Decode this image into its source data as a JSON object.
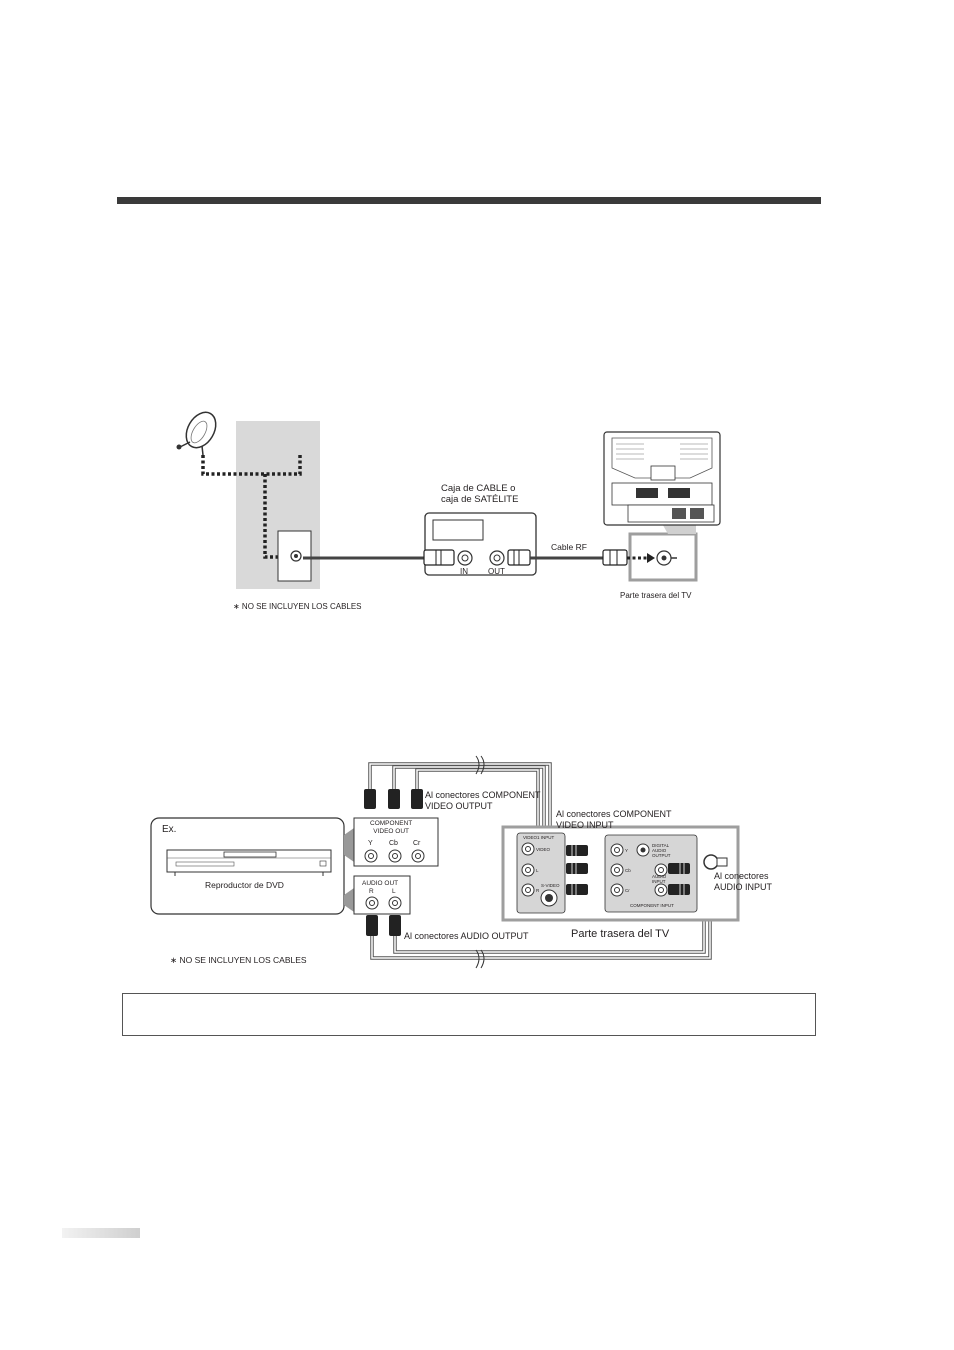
{
  "diagram1": {
    "box_title": "Caja de CABLE o\ncaja de SATÉLITE",
    "in_label": "IN",
    "out_label": "OUT",
    "cable_label": "Cable RF",
    "tv_back": "Parte trasera del TV",
    "note": "∗ NO SE INCLUYEN LOS CABLES"
  },
  "diagram2": {
    "ex_label": "Ex.",
    "dvd_label": "Reproductor de DVD",
    "component_out": "COMPONENT\nVIDEO OUT",
    "y": "Y",
    "cb": "Cb",
    "cr": "Cr",
    "audio_out": "AUDIO OUT",
    "r": "R",
    "l": "L",
    "to_component_output": "Al conectores COMPONENT\nVIDEO OUTPUT",
    "to_component_input": "Al conectores COMPONENT\nVIDEO INPUT",
    "to_audio_input": "Al conectores\nAUDIO INPUT",
    "to_audio_output": "Al conectores AUDIO OUTPUT",
    "tv_back": "Parte trasera del TV",
    "note": "∗ NO SE INCLUYEN LOS CABLES",
    "panel": {
      "video1_input": "VIDEO1 INPUT",
      "video": "VIDEO",
      "l": "L",
      "r": "R",
      "svideo": "S-VIDEO",
      "y": "Y",
      "cb": "Cb",
      "cr": "Cr",
      "digital_audio_output": "DIGITAL\nAUDIO\nOUTPUT",
      "audio_input": "AUDIO\nINPUT",
      "component_input": "COMPONENT INPUT"
    }
  },
  "colors": {
    "rule": "#3a3a3a",
    "wall": "#d9d9d9",
    "panel_border": "#9e9e9e",
    "cable": "#555555"
  }
}
